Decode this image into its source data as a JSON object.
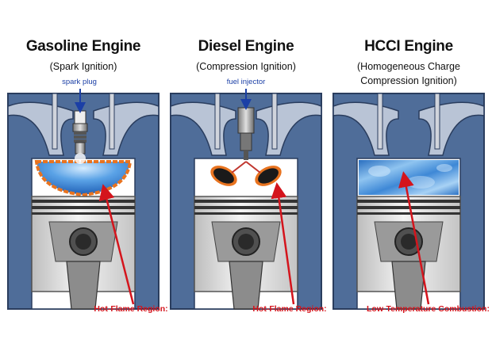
{
  "engines": [
    {
      "title": "Gasoline Engine",
      "subtitle": "(Spark Ignition)",
      "part_label": "spark plug",
      "region_label": "Hot-Flame Region:"
    },
    {
      "title": "Diesel Engine",
      "subtitle": "(Compression Ignition)",
      "part_label": "fuel injector",
      "region_label": "Hot-Flame Region:"
    },
    {
      "title": "HCCI Engine",
      "subtitle_line1": "(Homogeneous Charge",
      "subtitle_line2": "Compression Ignition)",
      "region_label": "Low-Temperature Combustion:"
    }
  ],
  "colors": {
    "block": "#4f6d99",
    "block_edge": "#2a3d5e",
    "port": "#b9c4d6",
    "piston": "#e3e3e3",
    "flame": "#e8731f",
    "charge": "#3b86d8",
    "arrow": "#d4141c",
    "callout": "#1b3fa6"
  }
}
